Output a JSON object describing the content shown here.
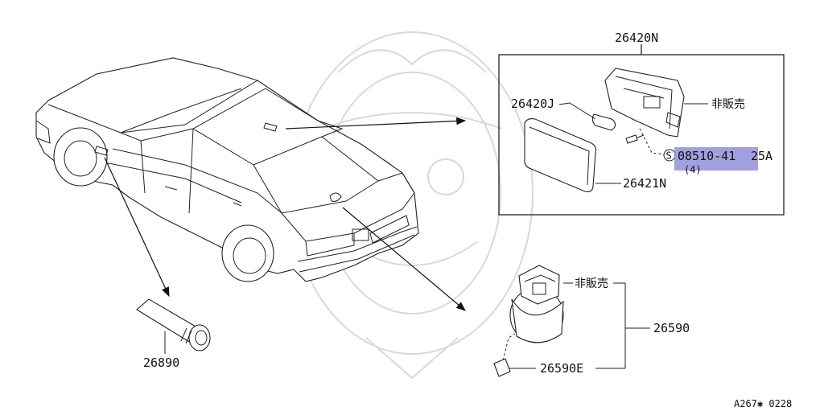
{
  "callouts": {
    "assembly_top": "26420N",
    "socket_top": "26420J",
    "not_sold_top": "非販売",
    "lens": "26421N",
    "screw_part": "08510-41",
    "screw_suffix": "25A",
    "screw_qty": "(4)",
    "not_sold_bottom": "非販売",
    "lamp_assembly": "26590",
    "bulb_part": "26590E",
    "side_bulb": "26890"
  },
  "drawing_code": "A267✱ 0228",
  "colors": {
    "highlight": "#8f8fd8",
    "line": "#111111",
    "watermark": "#d9d9d9"
  },
  "icons": {
    "screw_marker": "circle-s-icon"
  }
}
